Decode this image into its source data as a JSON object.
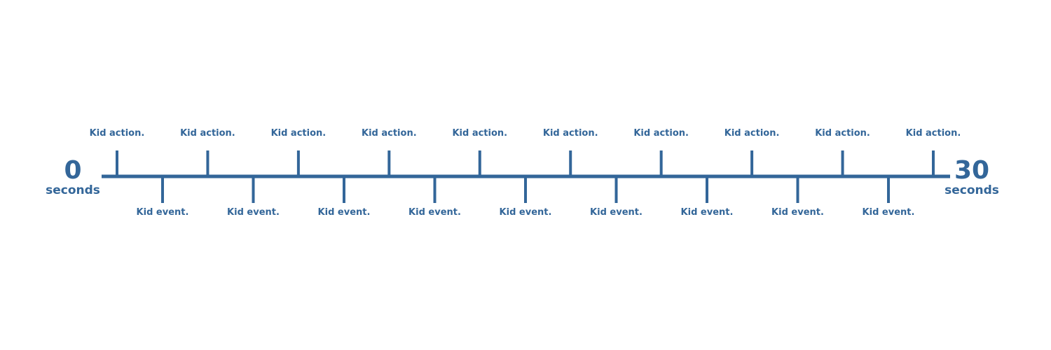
{
  "colors": {
    "accent": "#336699"
  },
  "start": {
    "number": "0",
    "unit": "seconds"
  },
  "end": {
    "number": "30",
    "unit": "seconds"
  },
  "actions": [
    {
      "label": "Kid action."
    },
    {
      "label": "Kid action."
    },
    {
      "label": "Kid action."
    },
    {
      "label": "Kid action."
    },
    {
      "label": "Kid action."
    },
    {
      "label": "Kid action."
    },
    {
      "label": "Kid action."
    },
    {
      "label": "Kid action."
    },
    {
      "label": "Kid action."
    },
    {
      "label": "Kid action."
    }
  ],
  "events": [
    {
      "label": "Kid event."
    },
    {
      "label": "Kid event."
    },
    {
      "label": "Kid event."
    },
    {
      "label": "Kid event."
    },
    {
      "label": "Kid event."
    },
    {
      "label": "Kid event."
    },
    {
      "label": "Kid event."
    },
    {
      "label": "Kid event."
    },
    {
      "label": "Kid event."
    }
  ]
}
